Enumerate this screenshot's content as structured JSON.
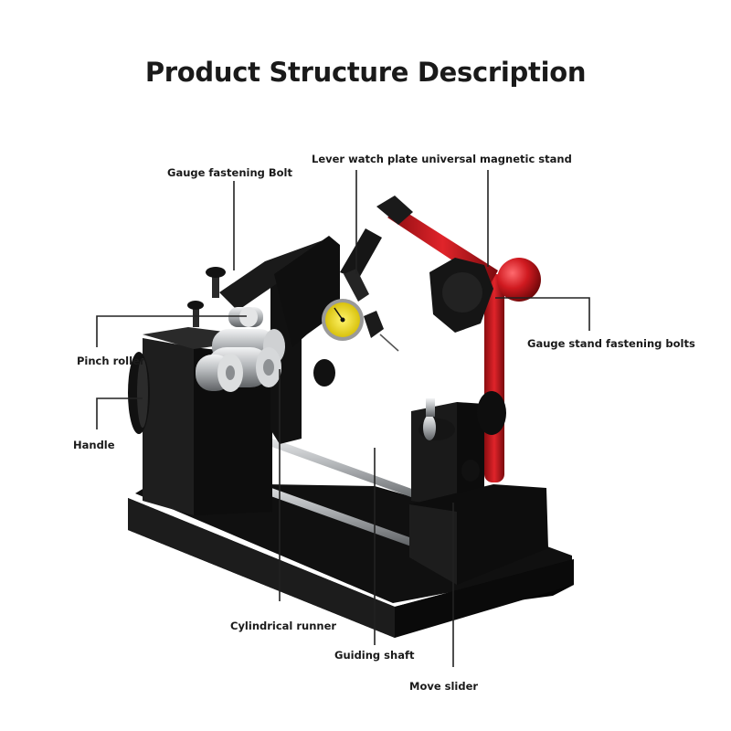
{
  "title": "Product Structure Description",
  "labels": {
    "gauge_fastening_bolt": "Gauge fastening Bolt",
    "lever_watch_plate_stand": "Lever watch plate universal magnetic stand",
    "pinch_roller": "Pinch roller",
    "handle": "Handle",
    "gauge_stand_fastening_bolts": "Gauge stand fastening bolts",
    "cylindrical_runner": "Cylindrical runner",
    "guiding_shaft": "Guiding shaft",
    "move_slider": "Move slider"
  },
  "colors": {
    "machine_body": "#151515",
    "stand_arm": "#c0161c",
    "dial_face": "#e8d516",
    "steel": "#b9bcbf",
    "callout_line": "#222222"
  }
}
